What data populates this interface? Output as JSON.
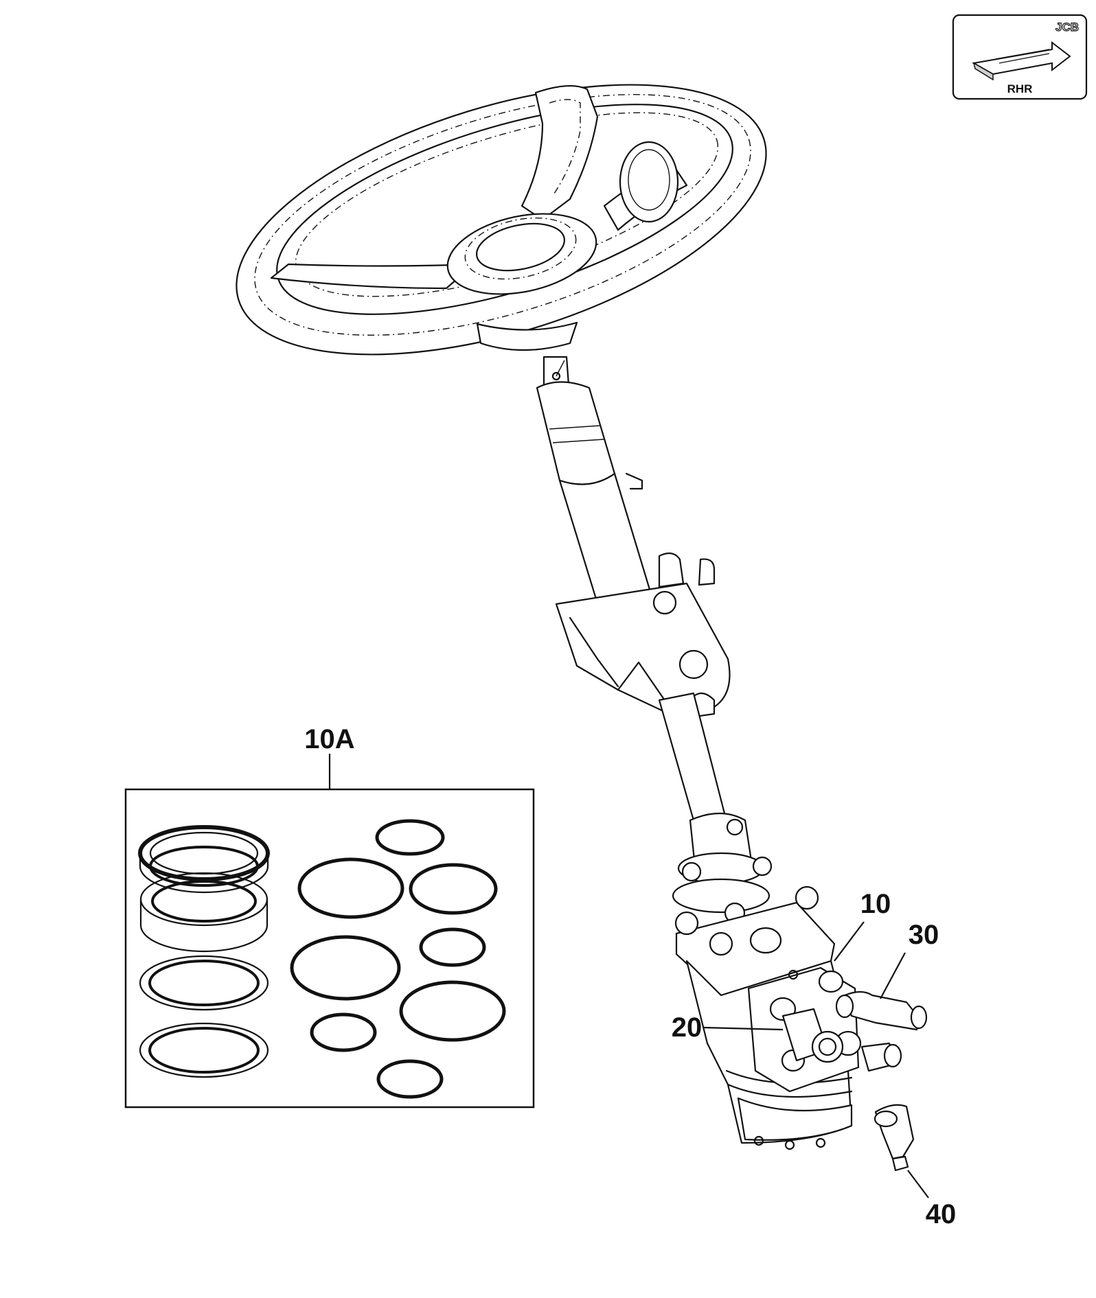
{
  "badge": {
    "logo": "JCB",
    "label": "RHR",
    "icon": "arrow-direction-icon"
  },
  "callouts": {
    "kit": "10A",
    "unit": "10",
    "adapter": "20",
    "elbow_upper": "30",
    "elbow_lower": "40"
  },
  "colors": {
    "line": "#111111",
    "background": "#ffffff"
  }
}
